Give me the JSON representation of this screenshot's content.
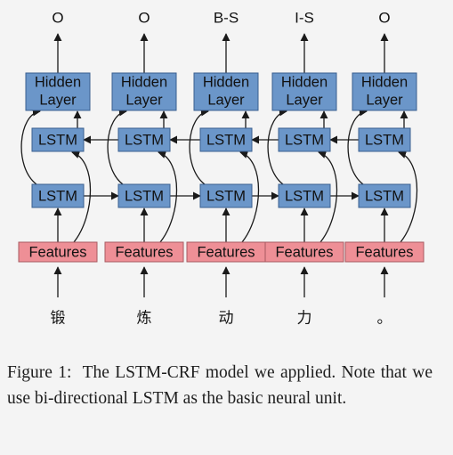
{
  "columns": [
    {
      "tag": "O",
      "token": "锻"
    },
    {
      "tag": "O",
      "token": "炼"
    },
    {
      "tag": "B-S",
      "token": "动"
    },
    {
      "tag": "I-S",
      "token": "力"
    },
    {
      "tag": "O",
      "token": "。"
    }
  ],
  "labels": {
    "hidden_line1": "Hidden",
    "hidden_line2": "Layer",
    "lstm": "LSTM",
    "features": "Features"
  },
  "caption": {
    "label": "Figure 1:",
    "text": "The LSTM-CRF model we applied. Note that we use bi-directional LSTM as the basic neural unit."
  },
  "colors": {
    "lstm_fill": "#6b96c9",
    "lstm_stroke": "#3a5f8f",
    "features_fill": "#ee8f96",
    "features_stroke": "#a85a60",
    "arrow": "#1a1a1a",
    "background": "#f4f4f4"
  }
}
